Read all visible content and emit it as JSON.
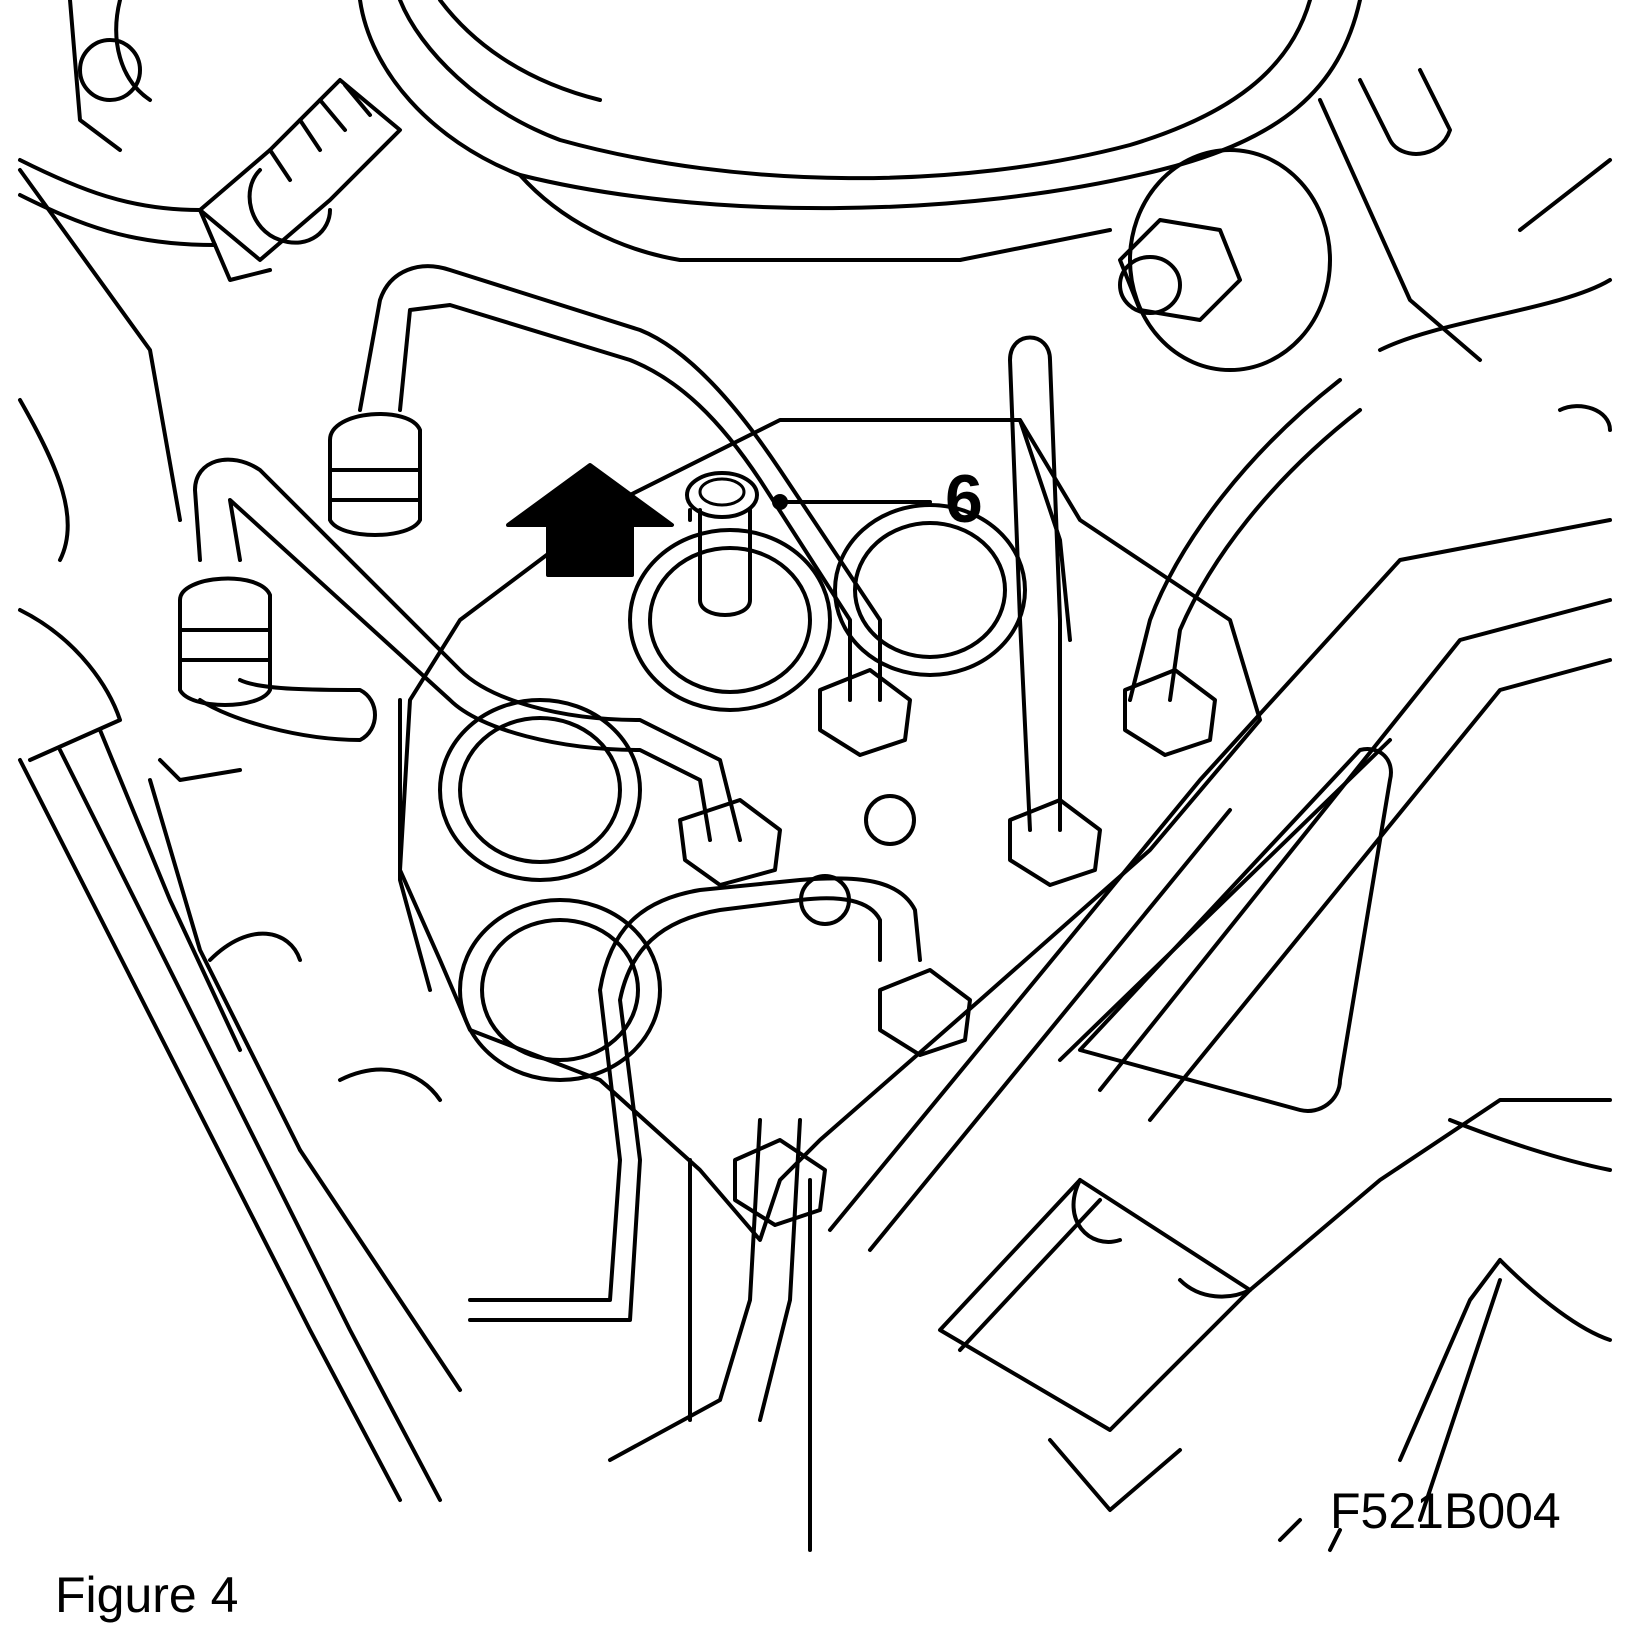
{
  "diagram": {
    "callout_label": "6",
    "drawing_code": "F521B004",
    "figure_caption": "Figure 4"
  }
}
